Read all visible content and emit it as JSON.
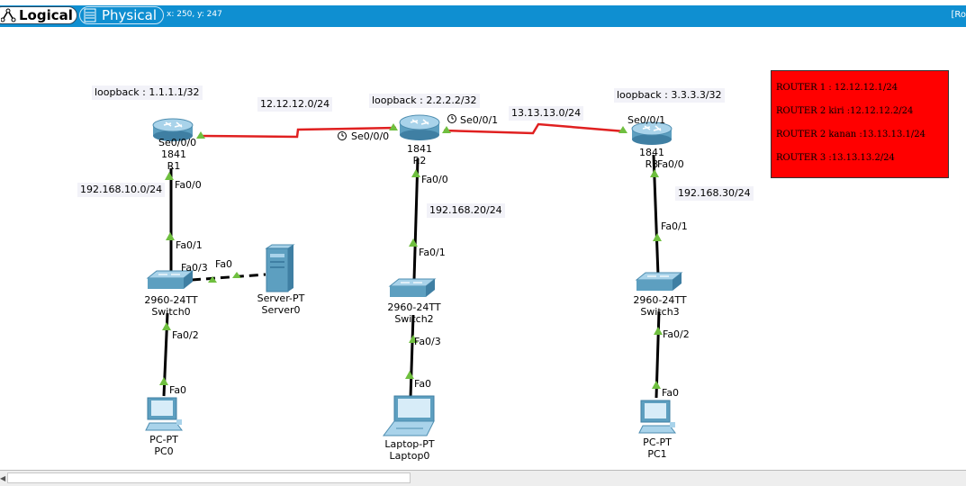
{
  "toolbar": {
    "logical_label": "Logical",
    "physical_label": "Physical",
    "coords": "x: 250, y: 247",
    "right_text": "[Ro"
  },
  "networks": {
    "lo1": "loopback : 1.1.1.1/32",
    "lo2": "loopback : 2.2.2.2/32",
    "lo3": "loopback : 3.3.3.3/32",
    "wan1": "12.12.12.0/24",
    "wan2": "13.13.13.0/24",
    "lan1": "192.168.10.0/24",
    "lan2": "192.168.20/24",
    "lan3": "192.168.30/24"
  },
  "devices": {
    "r1": {
      "model": "1841",
      "name": "R1"
    },
    "r2": {
      "model": "1841",
      "name": "R2"
    },
    "r3": {
      "model": "1841",
      "name": "R3"
    },
    "switch0": {
      "model": "2960-24TT",
      "name": "Switch0"
    },
    "switch2": {
      "model": "2960-24TT",
      "name": "Switch2"
    },
    "switch3": {
      "model": "2960-24TT",
      "name": "Switch3"
    },
    "server0": {
      "model": "Server-PT",
      "name": "Server0"
    },
    "pc0": {
      "model": "PC-PT",
      "name": "PC0"
    },
    "laptop0": {
      "model": "Laptop-PT",
      "name": "Laptop0"
    },
    "pc1": {
      "model": "PC-PT",
      "name": "PC1"
    }
  },
  "ports": {
    "r1_se": "Se0/0/0",
    "r2_se0": "Se0/0/0",
    "r2_se1": "Se0/0/1",
    "r3_se": "Se0/0/1",
    "r1_fa": "Fa0/0",
    "r2_fa": "Fa0/0",
    "r3_fa": "Fa0/0",
    "sw0_up": "Fa0/1",
    "sw0_srv": "Fa0/3",
    "srv_fa": "Fa0",
    "sw0_pc": "Fa0/2",
    "pc0_fa": "Fa0",
    "sw2_up": "Fa0/1",
    "sw2_lap": "Fa0/3",
    "lap_fa": "Fa0",
    "sw3_up": "Fa0/1",
    "sw3_pc": "Fa0/2",
    "pc1_fa": "Fa0"
  },
  "notes": [
    "ROUTER 1 : 12.12.12.1/24",
    "ROUTER 2 kiri :12.12.12.2/24",
    "ROUTER 2 kanan :13.13.13.1/24",
    "ROUTER 3 :13.13.13.2/24"
  ],
  "colors": {
    "toolbar_bg": "#0f8fd1",
    "serial_link": "#e02020",
    "note_bg": "#ff0000",
    "link_up": "#6fbf3f"
  }
}
